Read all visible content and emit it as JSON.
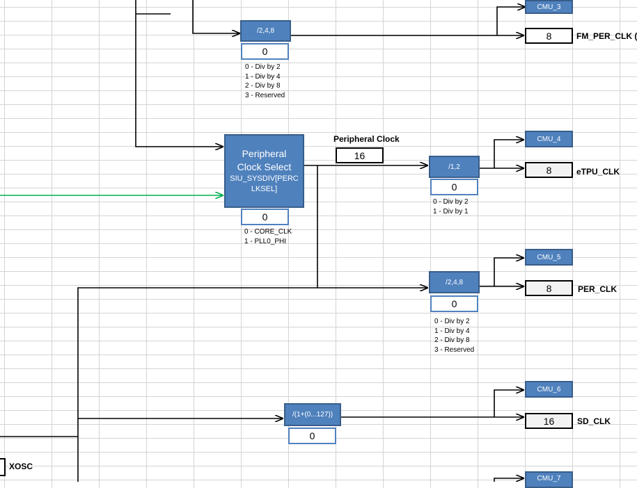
{
  "div_top": {
    "label": "/2,4,8",
    "value": "0",
    "legend": [
      "0 - Div by 2",
      "1 - Div by 4",
      "2 - Div by 8",
      "3 - Reserved"
    ],
    "cmu": "CMU_3",
    "out_value": "8",
    "out_label": "FM_PER_CLK (P"
  },
  "periph_select": {
    "title_line1": "Peripheral",
    "title_line2": "Clock Select",
    "reg_line1": "SIU_SYSDIV[PERC",
    "reg_line2": "LKSEL]",
    "value": "0",
    "legend": [
      "0 - CORE_CLK",
      "1 - PLL0_PHI"
    ]
  },
  "periph_clock": {
    "label": "Peripheral Clock",
    "value": "16"
  },
  "div_etpu": {
    "label": "/1,2",
    "value": "0",
    "legend": [
      "0 - Div by 2",
      "1 - Div by 1"
    ],
    "cmu": "CMU_4",
    "out_value": "8",
    "out_label": "eTPU_CLK"
  },
  "div_per": {
    "label": "/2,4,8",
    "value": "0",
    "legend": [
      "0 - Div by 2",
      "1 - Div by 4",
      "2 - Div by 8",
      "3 - Reserved"
    ],
    "cmu": "CMU_5",
    "out_value": "8",
    "out_label": "PER_CLK"
  },
  "div_sd": {
    "label": "/(1+(0...127))",
    "value": "0",
    "cmu": "CMU_6",
    "out_value": "16",
    "out_label": "SD_CLK"
  },
  "cmu_bottom": "CMU_7",
  "xosc_label": "XOSC",
  "colors": {
    "block_fill": "#4f81bd",
    "block_border": "#385d8a",
    "wire": "#000000",
    "green_wire": "#00b050",
    "grid": "#d4d4d4"
  }
}
